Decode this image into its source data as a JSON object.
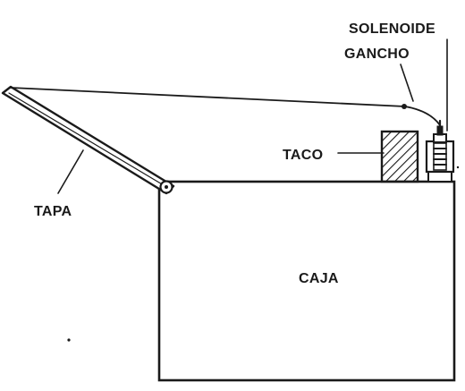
{
  "labels": {
    "solenoide": "SOLENOIDE",
    "gancho": "GANCHO",
    "taco": "TACO",
    "tapa": "TAPA",
    "caja": "CAJA"
  },
  "colors": {
    "ink": "#1a1a1a",
    "background": "#ffffff"
  }
}
